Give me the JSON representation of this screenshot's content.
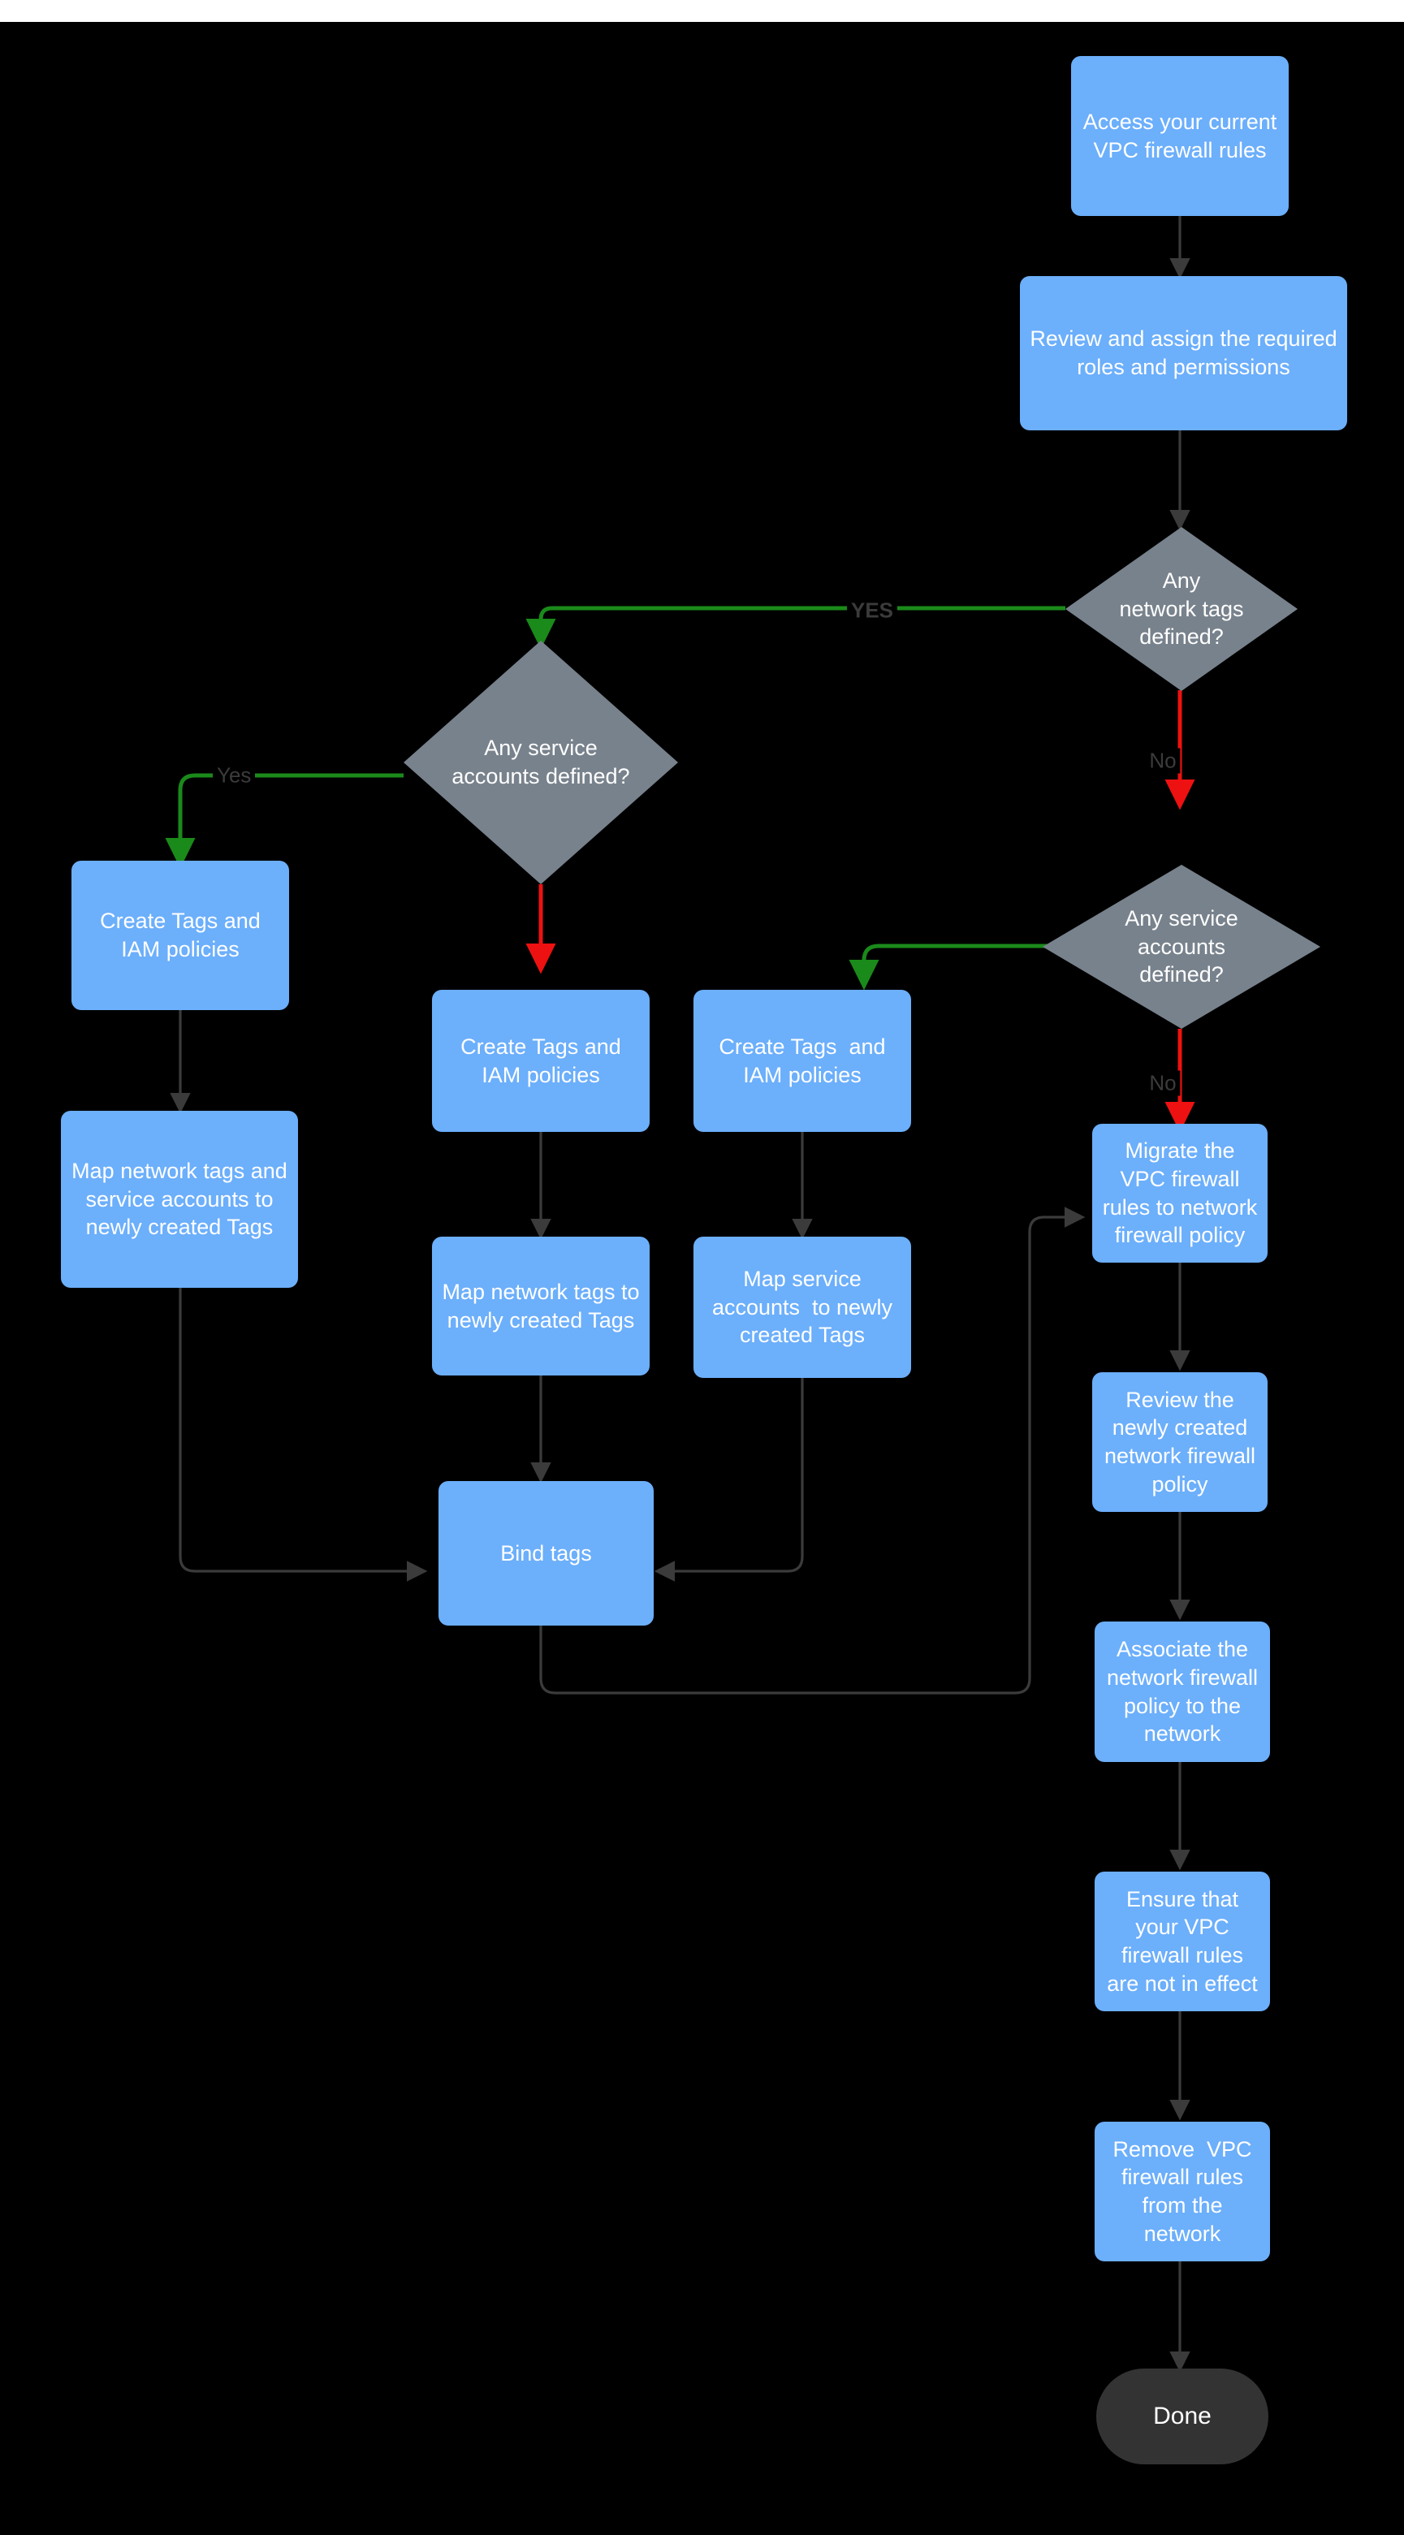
{
  "diagram": {
    "title": "VPC firewall rules to network firewall policy migration flowchart",
    "background_color": "#000000",
    "process_color": "#6CAFFB",
    "decision_color": "#78828C",
    "terminal_color": "#333333",
    "edge_default_color": "#3b3b3b",
    "edge_yes_color": "#1a8a1a",
    "edge_no_color": "#ee1111"
  },
  "nodes": {
    "access_vpc": {
      "label": "Access your current VPC firewall rules",
      "type": "process"
    },
    "review_roles": {
      "label": "Review and assign the required roles and permissions",
      "type": "process"
    },
    "q_network_tags": {
      "label": "Any\nnetwork tags\ndefined?",
      "type": "decision"
    },
    "q_service_accounts_left": {
      "label": "Any service\naccounts defined?",
      "type": "decision"
    },
    "q_service_accounts_right": {
      "label": "Any service\naccounts\ndefined?",
      "type": "decision"
    },
    "create_tags_a": {
      "label": "Create Tags and IAM policies",
      "type": "process"
    },
    "create_tags_b": {
      "label": "Create Tags and IAM policies",
      "type": "process"
    },
    "create_tags_c": {
      "label": "Create Tags  and IAM policies",
      "type": "process"
    },
    "map_both": {
      "label": "Map network tags and service accounts to newly created Tags",
      "type": "process"
    },
    "map_network_tags": {
      "label": "Map network tags to newly created Tags",
      "type": "process"
    },
    "map_service_accounts": {
      "label": "Map service accounts  to newly created Tags",
      "type": "process"
    },
    "bind_tags": {
      "label": "Bind tags",
      "type": "process"
    },
    "migrate_rules": {
      "label": "Migrate the VPC firewall rules to network firewall policy",
      "type": "process"
    },
    "review_policy": {
      "label": "Review the newly created network firewall policy",
      "type": "process"
    },
    "associate_policy": {
      "label": "Associate the network firewall policy to the network",
      "type": "process"
    },
    "ensure_not_in_effect": {
      "label": "Ensure that your VPC firewall rules are not in effect",
      "type": "process"
    },
    "remove_rules": {
      "label": "Remove  VPC firewall rules from the network",
      "type": "process"
    },
    "done": {
      "label": "Done",
      "type": "terminal"
    }
  },
  "edge_labels": {
    "network_tags_yes": "YES",
    "network_tags_no": "No",
    "service_accounts_left_yes": "Yes",
    "service_accounts_right_no": "No"
  }
}
